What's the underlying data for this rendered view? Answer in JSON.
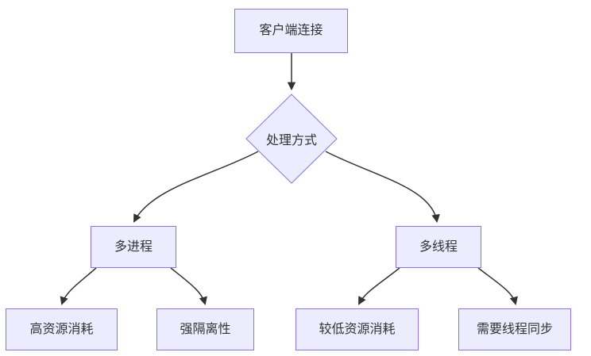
{
  "diagram": {
    "type": "flowchart",
    "colors": {
      "node_fill": "#ECECFF",
      "node_border": "#9370DB",
      "text": "#333333",
      "edge": "#333333",
      "background": "#ffffff"
    },
    "nodes": {
      "client": {
        "label": "客户端连接",
        "shape": "rect"
      },
      "decision": {
        "label": "处理方式",
        "shape": "diamond"
      },
      "multiprocess": {
        "label": "多进程",
        "shape": "rect"
      },
      "multithread": {
        "label": "多线程",
        "shape": "rect"
      },
      "high_resource": {
        "label": "高资源消耗",
        "shape": "rect"
      },
      "isolation": {
        "label": "强隔离性",
        "shape": "rect"
      },
      "lower_resource": {
        "label": "较低资源消耗",
        "shape": "rect"
      },
      "thread_sync": {
        "label": "需要线程同步",
        "shape": "rect"
      }
    },
    "edges": [
      {
        "from": "client",
        "to": "decision"
      },
      {
        "from": "decision",
        "to": "multiprocess"
      },
      {
        "from": "decision",
        "to": "multithread"
      },
      {
        "from": "multiprocess",
        "to": "high_resource"
      },
      {
        "from": "multiprocess",
        "to": "isolation"
      },
      {
        "from": "multithread",
        "to": "lower_resource"
      },
      {
        "from": "multithread",
        "to": "thread_sync"
      }
    ]
  }
}
